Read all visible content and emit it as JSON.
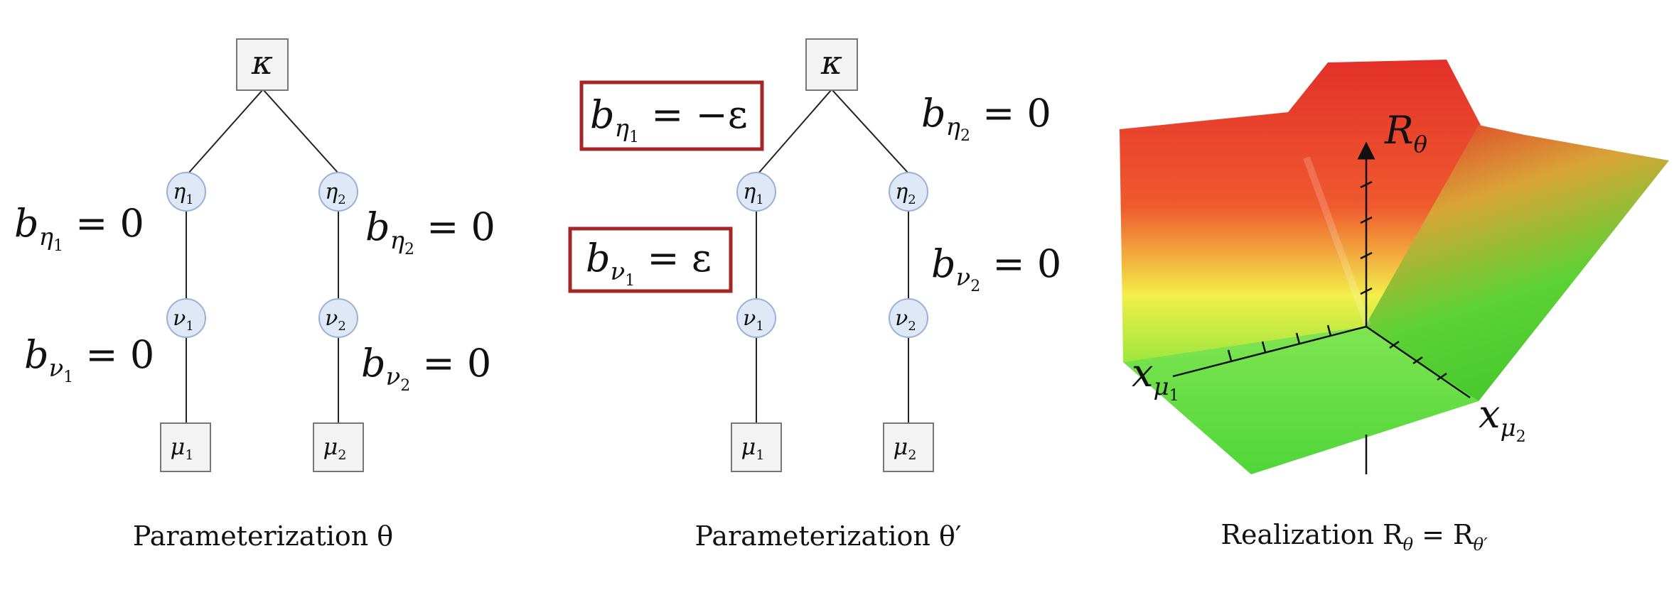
{
  "panels": [
    {
      "caption": "Parameterization θ",
      "nodes": {
        "root": "κ",
        "eta1": "η",
        "eta1_sub": "1",
        "eta2": "η",
        "eta2_sub": "2",
        "nu1": "ν",
        "nu1_sub": "1",
        "nu2": "ν",
        "nu2_sub": "2",
        "mu1": "μ",
        "mu1_sub": "1",
        "mu2": "μ",
        "mu2_sub": "2"
      },
      "biases": {
        "b_eta1": {
          "base": "b",
          "sub1": "η",
          "sub2": "1",
          "rhs": " = 0"
        },
        "b_eta2": {
          "base": "b",
          "sub1": "η",
          "sub2": "2",
          "rhs": " = 0"
        },
        "b_nu1": {
          "base": "b",
          "sub1": "ν",
          "sub2": "1",
          "rhs": " = 0"
        },
        "b_nu2": {
          "base": "b",
          "sub1": "ν",
          "sub2": "2",
          "rhs": " = 0"
        }
      }
    },
    {
      "caption": "Parameterization θ′",
      "nodes": {
        "root": "κ",
        "eta1": "η",
        "eta1_sub": "1",
        "eta2": "η",
        "eta2_sub": "2",
        "nu1": "ν",
        "nu1_sub": "1",
        "nu2": "ν",
        "nu2_sub": "2",
        "mu1": "μ",
        "mu1_sub": "1",
        "mu2": "μ",
        "mu2_sub": "2"
      },
      "biases": {
        "b_eta1": {
          "base": "b",
          "sub1": "η",
          "sub2": "1",
          "rhs": " = −ε"
        },
        "b_eta2": {
          "base": "b",
          "sub1": "η",
          "sub2": "2",
          "rhs": " = 0"
        },
        "b_nu1": {
          "base": "b",
          "sub1": "ν",
          "sub2": "1",
          "rhs": " = ε"
        },
        "b_nu2": {
          "base": "b",
          "sub1": "ν",
          "sub2": "2",
          "rhs": " = 0"
        }
      },
      "highlight_color": "#a82525"
    },
    {
      "caption": "Realization R",
      "caption_sub1": "θ",
      "caption_mid": " = R",
      "caption_sub2": "θ′",
      "axis_labels": {
        "z": "R",
        "z_sub": "θ",
        "x1": "x",
        "x1_sub1": "μ",
        "x1_sub2": "1",
        "x2": "x",
        "x2_sub1": "μ",
        "x2_sub2": "2"
      },
      "colors": {
        "high": "#e3302a",
        "mid": "#f3ee4a",
        "low": "#50dd32"
      }
    }
  ]
}
